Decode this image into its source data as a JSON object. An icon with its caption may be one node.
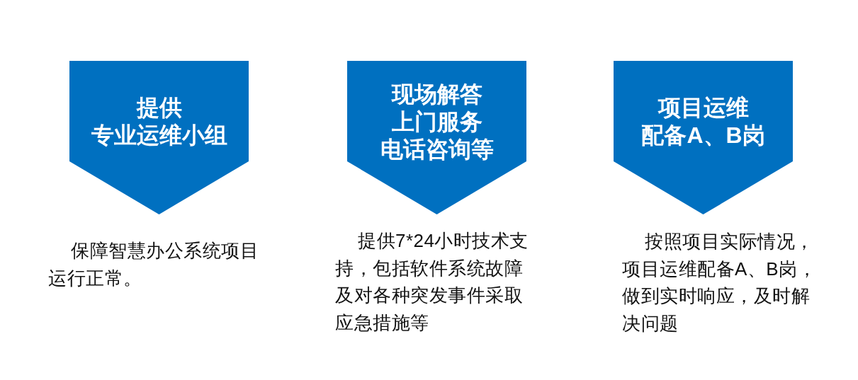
{
  "diagram": {
    "nodes": [
      {
        "text": [
          "提供专业运维小组"
        ],
        "beside": [
          "保障智慧办公系统项目运行正常。"
        ]
      },
      {
        "text": [
          "现场解答上门服务电话咨询等"
        ],
        "beside": [
          "提供7*24小时技术支持，包括软件系统故障及对各种突发事件采取应急措施等"
        ]
      },
      {
        "text": [
          "项目运维配备A、B岗"
        ],
        "beside": [
          "按照项目实际情况，项目运维配备A、B岗，做到实时响应，及时解决问题"
        ]
      }
    ]
  }
}
